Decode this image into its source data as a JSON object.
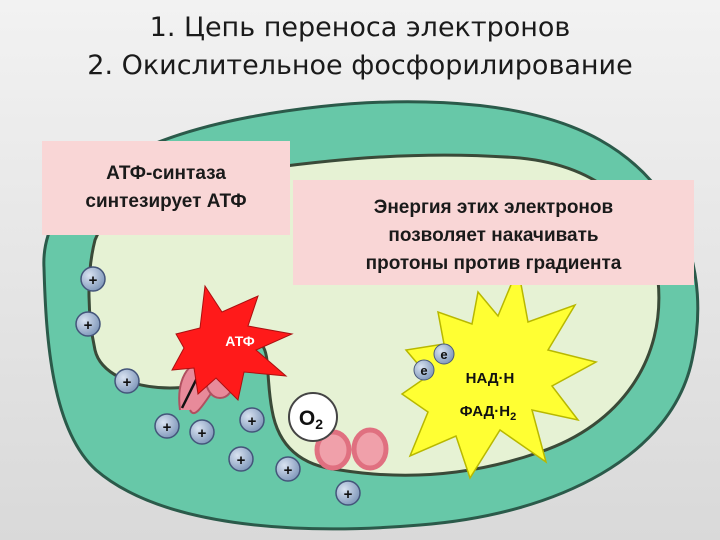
{
  "title": {
    "line1": "1. Цепь переноса электронов",
    "line2": "2. Окислительное фосфорилирование"
  },
  "boxes": {
    "atf_synthase": {
      "line1": "АТФ-синтаза",
      "line2": "синтезирует АТФ"
    },
    "energy": {
      "line1": "Энергия этих электронов",
      "line2": "позволяет накачивать",
      "line3": "протоны против градиента"
    }
  },
  "labels": {
    "atf": "АТФ",
    "o2_main": "O",
    "o2_sub": "2",
    "nadh": "НАД·Н",
    "fadh2_main": "ФАД·Н",
    "fadh2_sub": "2",
    "electron": "e",
    "proton": "+"
  },
  "colors": {
    "outer_membrane": "#67c8a8",
    "matrix": "#e6f2d4",
    "label_box": "#f9d6d6",
    "atf_burst": "#ff1a1a",
    "energy_burst": "#ffff33",
    "proton": "#8ea6c6",
    "synthase": "#e88a9a"
  }
}
